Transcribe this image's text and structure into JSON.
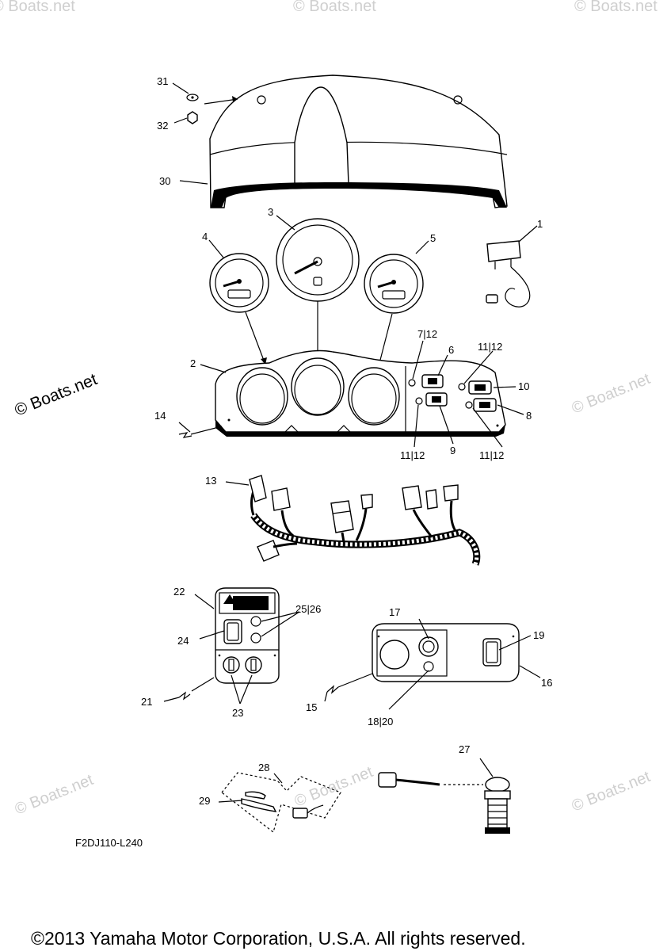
{
  "diagram": {
    "callouts": {
      "c1": "1",
      "c2": "2",
      "c3": "3",
      "c4": "4",
      "c5": "5",
      "c6": "6",
      "c7_12": "7|12",
      "c8": "8",
      "c9": "9",
      "c10": "10",
      "c11_12_a": "11|12",
      "c11_12_b": "11|12",
      "c11_12_c": "11|12",
      "c13": "13",
      "c14": "14",
      "c15": "15",
      "c16": "16",
      "c17": "17",
      "c18_20": "18|20",
      "c19": "19",
      "c21": "21",
      "c22": "22",
      "c23": "23",
      "c24": "24",
      "c25_26": "25|26",
      "c27": "27",
      "c28": "28",
      "c29": "29",
      "c30": "30",
      "c31": "31",
      "c32": "32"
    },
    "drawing_code": "F2DJ110-L240",
    "watermark": "© Boats.net",
    "copyright": "©2013 Yamaha Motor Corporation, U.S.A. All rights reserved."
  }
}
